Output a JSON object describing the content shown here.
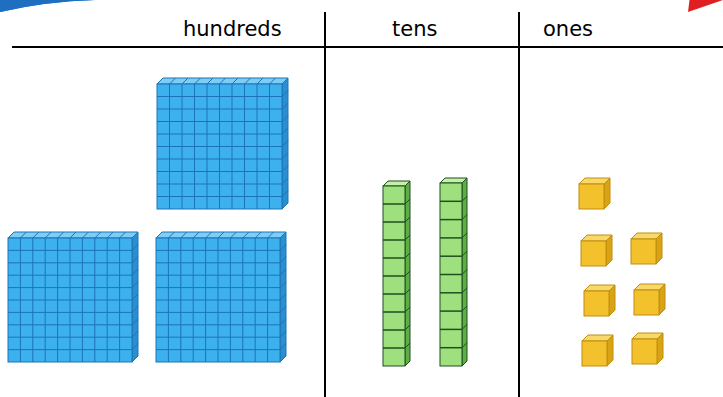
{
  "diagram": {
    "labels": [
      "hundreds",
      "tens",
      "ones"
    ]
  }
}
